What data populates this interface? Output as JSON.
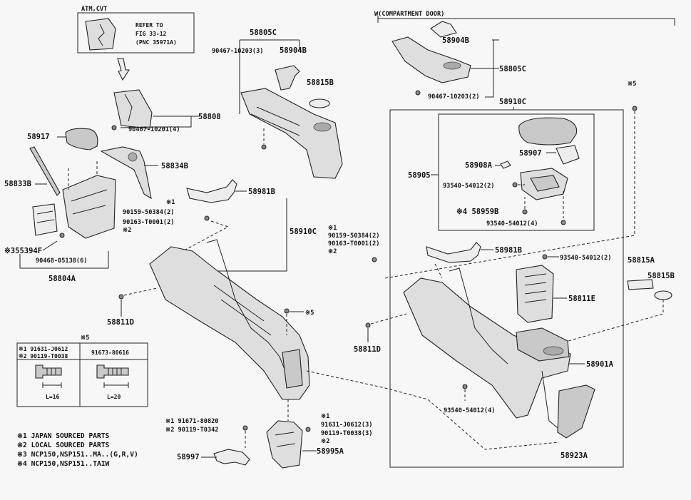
{
  "sections": {
    "atm_cvt": "ATM,CVT",
    "compartment_door": "W(COMPARTMENT DOOR)"
  },
  "refer": {
    "line1": "REFER TO",
    "line2": "FIG 33-12",
    "line3": "(PNC 35971A)"
  },
  "left": {
    "p58805C": "58805C",
    "p90467_3": "90467-10203(3)",
    "p58904B": "58904B",
    "p58815B": "58815B",
    "p58808": "58808",
    "p90467_4": "90467-10201(4)",
    "p58917": "58917",
    "p58834B": "58834B",
    "p58833B": "58833B",
    "p58981B": "58981B",
    "p355394F": "※355394F",
    "p90468": "90468-05138(6)",
    "p58804A": "58804A",
    "n1": "※1",
    "n2": "※2",
    "p90159": "90159-50384(2)",
    "p90163": "90163-T0001(2)",
    "p58910C": "58910C",
    "p58811D": "58811D",
    "ast5": "※5"
  },
  "legend5": {
    "title": "※5",
    "a1": "※1 91631-J0612",
    "a2": "※2 90119-T0038",
    "b": "91673-80616",
    "dim_a": "L=16",
    "dim_b": "L=20"
  },
  "bottom": {
    "b1": "※1 91671-80820",
    "b2": "※2 90119-T0342",
    "p58997": "58997",
    "c1": "※1",
    "c_p1": "91631-J0612(3)",
    "c_p2": "90119-T0038(3)",
    "c2": "※2",
    "p58995A": "58995A"
  },
  "right": {
    "p58904B": "58904B",
    "p58805C": "58805C",
    "p90467_2": "90467-10203(2)",
    "p58910C": "58910C",
    "ast5": "※5",
    "p58907": "58907",
    "p58908A": "58908A",
    "p58905": "58905",
    "p93540_2a": "93540-54012(2)",
    "p4_58959B": "※4 58959B",
    "p93540_4a": "93540-54012(4)",
    "p58981B": "58981B",
    "p93540_2b": "93540-54012(2)",
    "p58815A": "58815A",
    "p58815B": "58815B",
    "p58811E": "58811E",
    "p58811D": "58811D",
    "p58901A": "58901A",
    "p93540_4b": "93540-54012(4)",
    "p58923A": "58923A"
  },
  "notes": [
    "※1 JAPAN SOURCED PARTS",
    "※2 LOCAL SOURCED PARTS",
    "※3 NCP150,NSP151..MA..(G,R,V)",
    "※4 NCP150,NSP151..TAIW"
  ]
}
